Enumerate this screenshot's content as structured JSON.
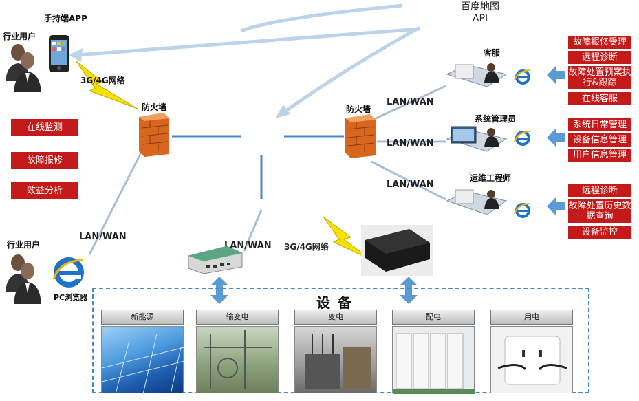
{
  "top_api": {
    "line1": "百度地图",
    "line2": "API"
  },
  "left": {
    "users_top": "行业用户",
    "app_label": "手持端APP",
    "net_3g": "3G/4G网络",
    "firewall": "防火墙",
    "functions": [
      "在线监测",
      "故障报修",
      "效益分析"
    ],
    "lan_wan": "LAN/WAN",
    "users_bottom": "行业用户",
    "browser_label": "PC浏览器"
  },
  "center": {
    "lan_wan": "LAN/WAN",
    "net_3g": "3G/4G网络"
  },
  "right": {
    "firewall": "防火墙",
    "lan_wan": [
      "LAN/WAN",
      "LAN/WAN",
      "LAN/WAN"
    ],
    "roles": [
      "客服",
      "系统管理员",
      "运维工程师"
    ],
    "groups": [
      [
        "故障报修受理",
        "远程诊断",
        "故障处置预案执行&跟踪",
        "在线客服"
      ],
      [
        "系统日常管理",
        "设备信息管理",
        "用户信息管理"
      ],
      [
        "远程诊断",
        "故障处置历史数据查询",
        "设备监控"
      ]
    ]
  },
  "devices": {
    "title": "设 备",
    "items": [
      "新能源",
      "输变电",
      "变电",
      "配电",
      "用电"
    ]
  },
  "colors": {
    "red": "#c41a1a",
    "blue_line": "#4a86c8",
    "dash": "#4a86c8",
    "arrow": "#5b9bd5"
  }
}
